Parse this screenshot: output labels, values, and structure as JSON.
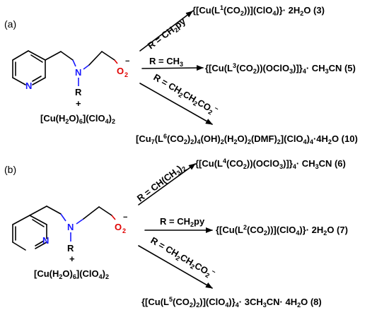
{
  "panels": [
    {
      "label": "(a)",
      "plus": "+",
      "reagent": {
        "pre": "[Cu(H",
        "s1": "2",
        "m1": "O)",
        "s2": "6",
        "m2": "](ClO",
        "s3": "4",
        "m3": ")",
        "s4": "2"
      },
      "ligand": {
        "N_ring": "N",
        "N_amine": "N",
        "R": "R",
        "O": "O",
        "O_sub": "2",
        "O_sup": "−"
      },
      "arrows": [
        {
          "condition": {
            "pre": "R = CH",
            "sub": "2",
            "post": "py"
          },
          "product": {
            "p1": "{[Cu(L",
            "sup1": "1",
            "p2": "(CO",
            "sub1": "2",
            "p3": "))](ClO",
            "sub2": "4",
            "p4": ")}",
            "dot": "·",
            "p5": " 2H",
            "sub3": "2",
            "p6": "O (3)"
          }
        },
        {
          "condition": {
            "pre": "R = CH",
            "sub": "3"
          },
          "product": {
            "p1": "{[Cu(L",
            "sup1": "3",
            "p2": "(CO",
            "sub1": "2",
            "p3": "))(OClO",
            "sub2": "3",
            "p4": ")]}",
            "sub3": "4",
            "dot": "·",
            "p5": " CH",
            "sub4": "3",
            "p6": "CN (5)"
          }
        },
        {
          "condition": {
            "pre": "R = CH",
            "s1": "2",
            "m1": "CH",
            "s2": "2",
            "m2": "CO",
            "s3": "2",
            "sup": "−"
          },
          "product": {
            "p1": "[Cu",
            "s1": "7",
            "p2": "(L",
            "sup1": "6",
            "p3": "(CO",
            "s2": "2",
            "p4": ")",
            "s3": "2",
            "p5": ")",
            "s4": "4",
            "p6": "(OH)",
            "s5": "2",
            "p7": "(H",
            "s6": "2",
            "p8": "O)",
            "s7": "2",
            "p9": "(DMF)",
            "s8": "2",
            "p10": "](ClO",
            "s9": "4",
            "p11": ")",
            "s10": "4",
            "dot": "·",
            "p12": "4H",
            "s11": "2",
            "p13": "O (10)"
          }
        }
      ]
    },
    {
      "label": "(b)",
      "plus": "+",
      "reagent": {
        "pre": "[Cu(H",
        "s1": "2",
        "m1": "O)",
        "s2": "6",
        "m2": "](ClO",
        "s3": "4",
        "m3": ")",
        "s4": "2"
      },
      "ligand": {
        "N_ring": "N",
        "N_amine": "N",
        "R": "R",
        "O": "O",
        "O_sub": "2",
        "O_sup": "−"
      },
      "arrows": [
        {
          "condition": {
            "pre": "R = CH(CH",
            "sub": "3",
            "post": ")",
            "sub2": "2"
          },
          "product": {
            "p1": "{[Cu(L",
            "sup1": "4",
            "p2": "(CO",
            "sub1": "2",
            "p3": "))(OClO",
            "sub2": "3",
            "p4": ")]}",
            "sub3": "4",
            "dot": "·",
            "p5": " CH",
            "sub4": "3",
            "p6": "CN (6)"
          }
        },
        {
          "condition": {
            "pre": "R = CH",
            "sub": "2",
            "post": "py"
          },
          "product": {
            "p1": "{[Cu(L",
            "sup1": "2",
            "p2": "(CO",
            "sub1": "2",
            "p3": "))](ClO",
            "sub2": "4",
            "p4": ")}",
            "dot": "·",
            "p5": " 2H",
            "sub3": "2",
            "p6": "O (7)"
          }
        },
        {
          "condition": {
            "pre": "R = CH",
            "s1": "2",
            "m1": "CH",
            "s2": "2",
            "m2": "CO",
            "s3": "2",
            "sup": "−"
          },
          "product": {
            "p1": "{[Cu(L",
            "sup1": "5",
            "p2": "(CO",
            "s1": "2",
            "p3": ")",
            "s2": "2",
            "p4": ")](ClO",
            "s3": "4",
            "p5": ")}",
            "s4": "4",
            "dot": "·",
            "p6": " 3CH",
            "s5": "3",
            "p7": "CN",
            "dot2": "·",
            "p8": " 4H",
            "s6": "2",
            "p9": "O (8)"
          }
        }
      ]
    }
  ],
  "colors": {
    "nitrogen": "#1a1aff",
    "oxygen": "#e00000",
    "bond": "#000000"
  }
}
